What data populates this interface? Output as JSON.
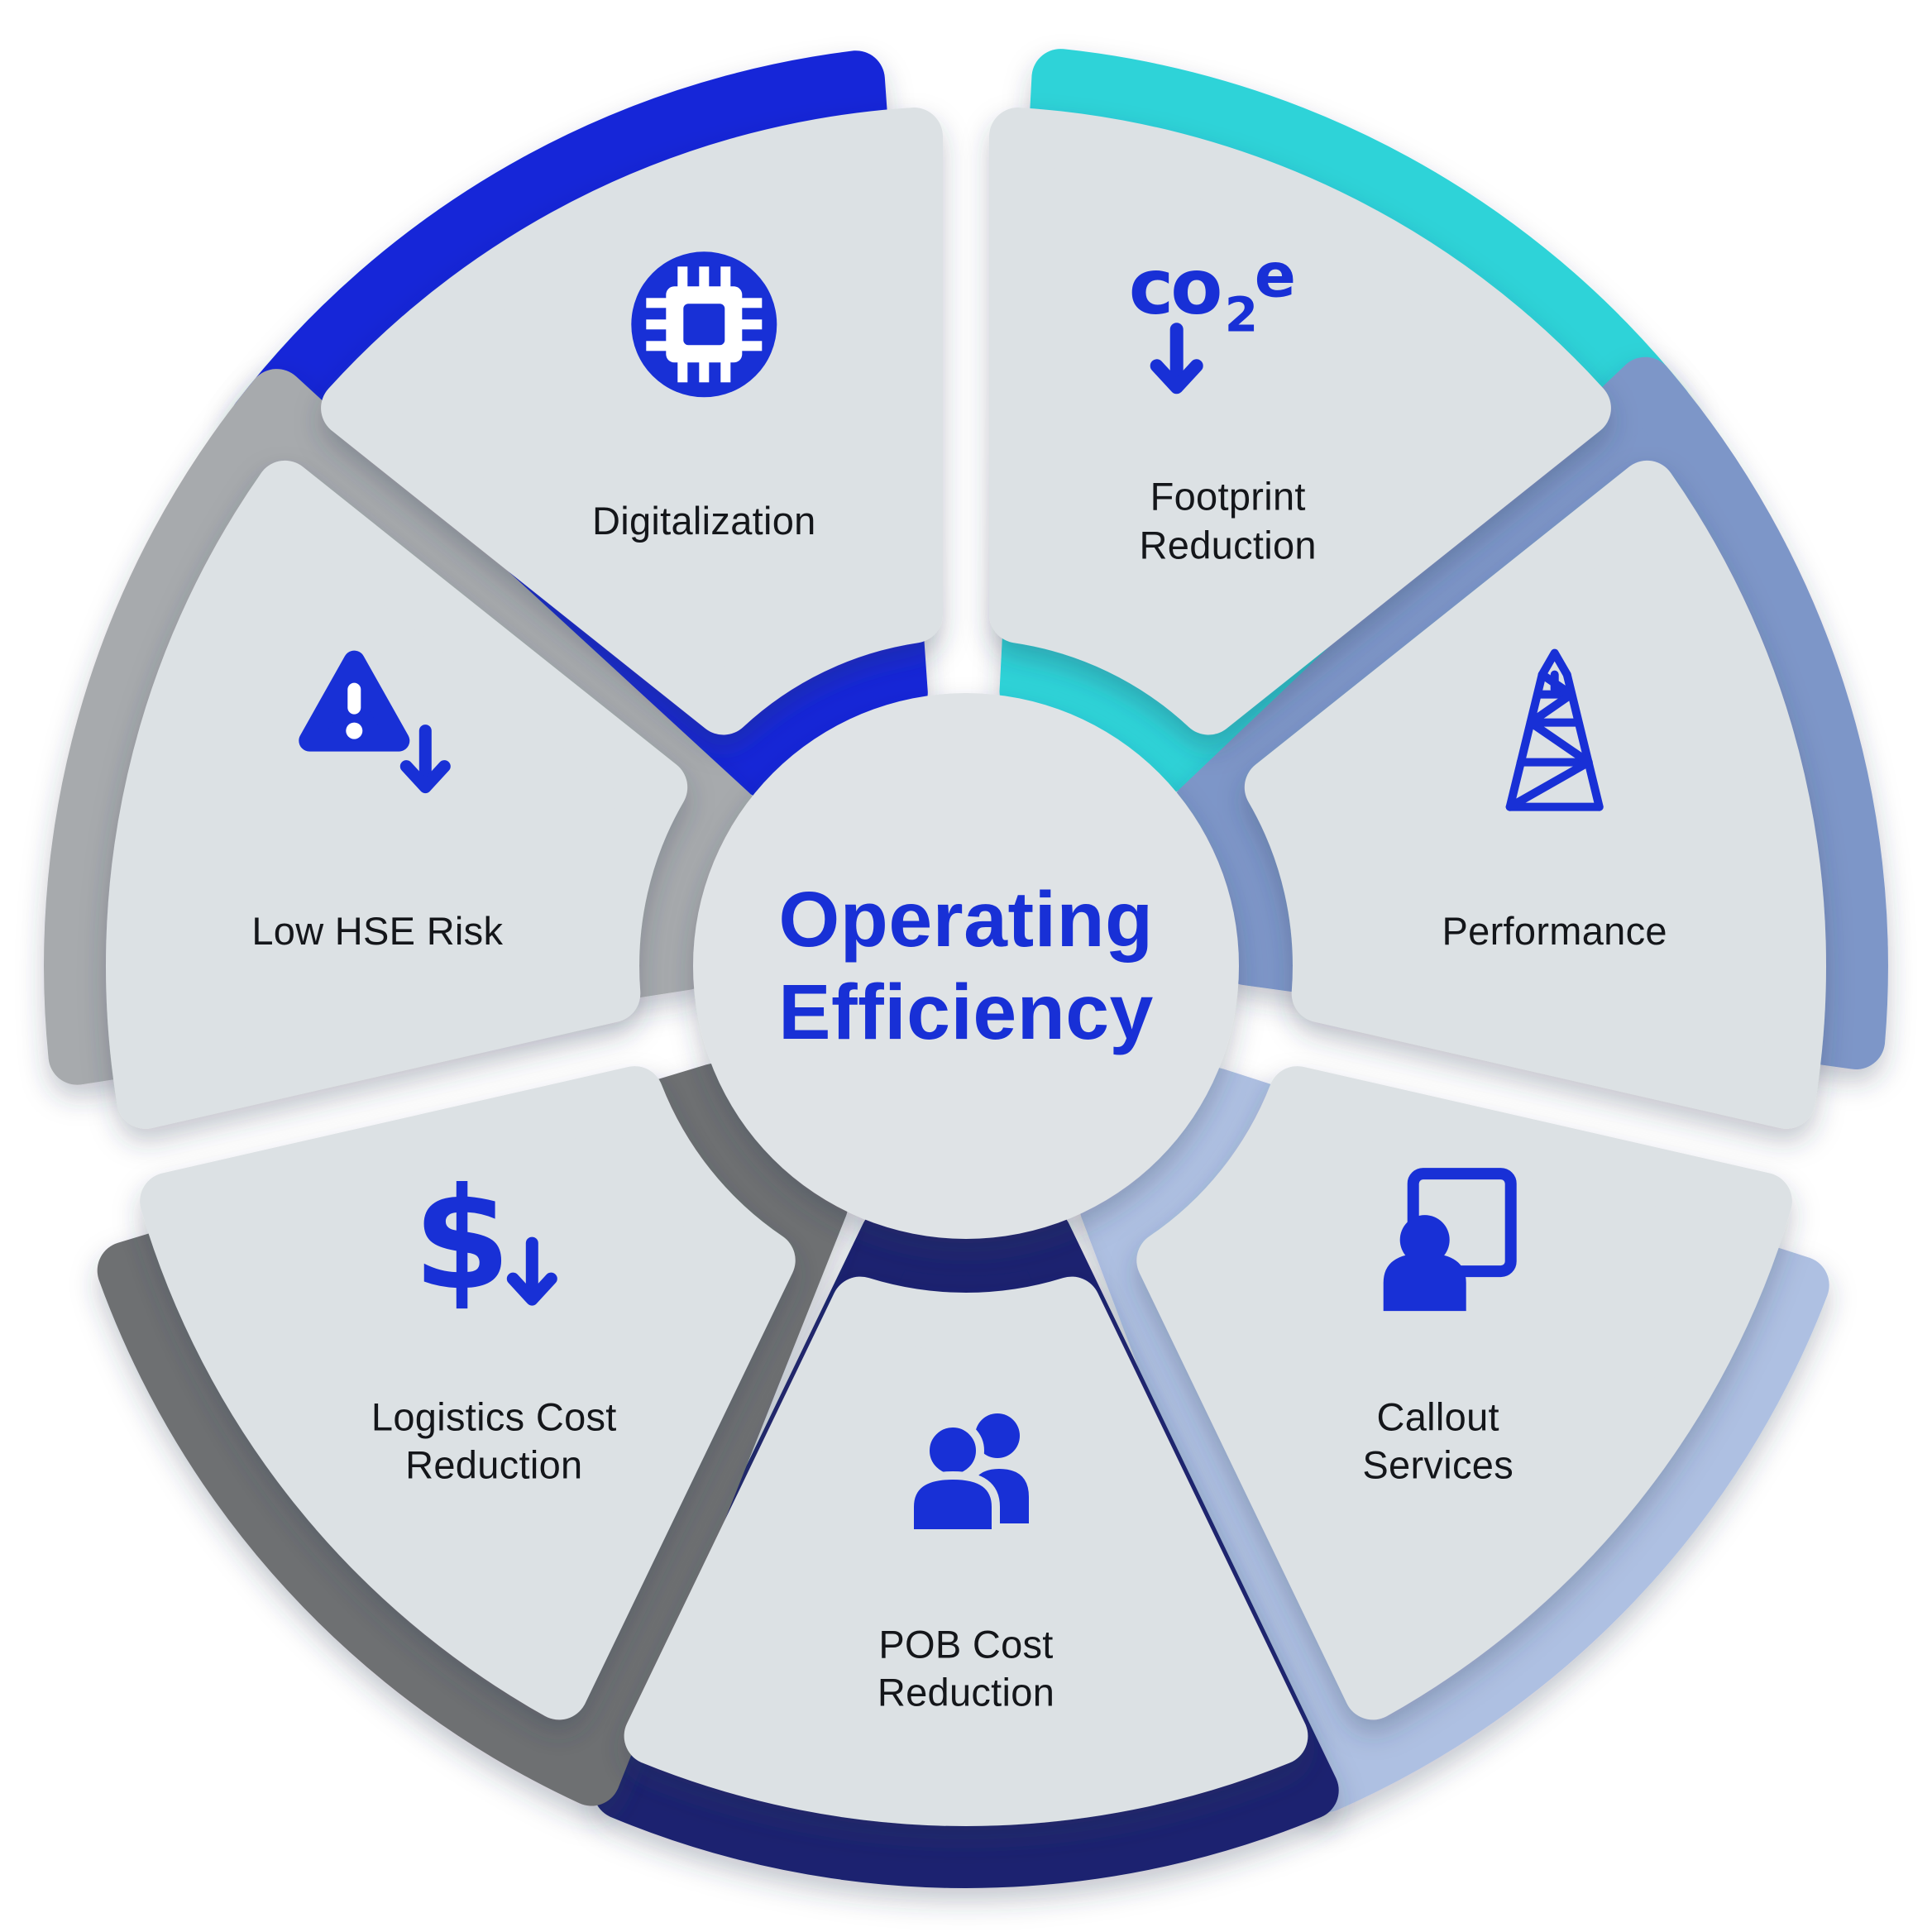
{
  "center": {
    "title": "Operating\nEfficiency",
    "color": "#1830D6"
  },
  "colors": {
    "background": "#FFFFFF",
    "petal": "#DCE1E4",
    "center_circle": "#DFE3E6",
    "icon_blue": "#1830D6",
    "label": "#14161A"
  },
  "segments": [
    {
      "label": "Digitalization",
      "icon": "chip-icon",
      "accent": "#1527D8"
    },
    {
      "label": "Footprint\nReduction",
      "icon": "co2e-down-icon",
      "accent": "#2FD3D8",
      "icon_text_parts": [
        "co",
        "2",
        "e"
      ]
    },
    {
      "label": "Performance",
      "icon": "derrick-icon",
      "accent": "#7D96C8"
    },
    {
      "label": "Callout\nServices",
      "icon": "person-frame-icon",
      "accent": "#AEC0E2"
    },
    {
      "label": "POB Cost\nReduction",
      "icon": "people-icon",
      "accent": "#1A2470"
    },
    {
      "label": "Logistics Cost\nReduction",
      "icon": "dollar-down-icon",
      "accent": "#6E6F72",
      "icon_glyph": "$"
    },
    {
      "label": "Low HSE Risk",
      "icon": "warning-down-icon",
      "accent": "#A7AAAD"
    }
  ]
}
